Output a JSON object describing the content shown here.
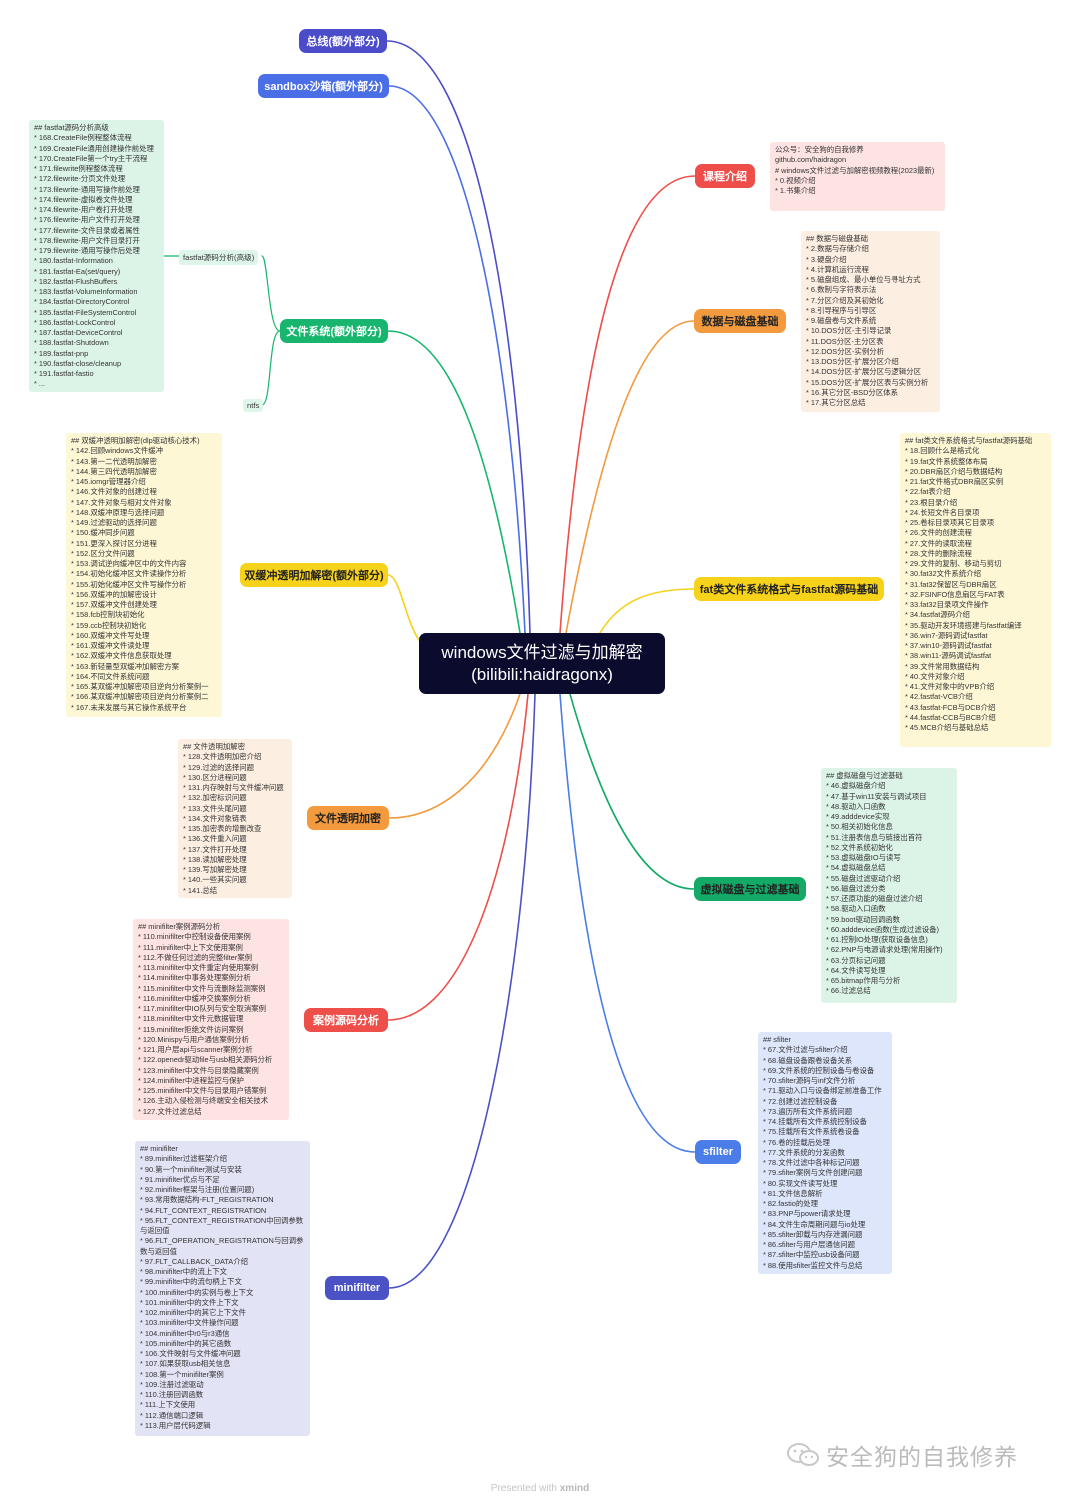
{
  "center": {
    "line1": "windows文件过滤与加解密",
    "line2": "(bilibili:haidragonx)"
  },
  "topics": {
    "bus": "总线(额外部分)",
    "sandbox": "sandbox沙箱(额外部分)",
    "filesystem": "文件系统(额外部分)",
    "double_buffer": "双缓冲透明加解密(额外部分)",
    "transparent": "文件透明加密",
    "cases": "案例源码分析",
    "minifilter": "minifilter",
    "course": "课程介绍",
    "disk": "数据与磁盘基础",
    "fat": "fat类文件系统格式与fastfat源码基础",
    "vdisk": "虚拟磁盘与过滤基础",
    "sfilter": "sfilter"
  },
  "subtopics": {
    "fastfat_adv": "fastfat源码分析(高级)",
    "ntfs": "ntfs"
  },
  "notes": {
    "fastfat_adv": [
      "## fastfat源码分析高级",
      "* 168.CreateFile例程整体流程",
      "* 169.CreateFile通用创建操作前处理",
      "* 170.CreateFile第一个try主干流程",
      "* 171.filewrite例程整体流程",
      "* 172.filewrite-分页文件处理",
      "* 173.filewrite-通用写操作前处理",
      "* 174.filewrite-虚拟卷文件处理",
      "* 174.filewrite-用户卷打开处理",
      "* 176.filewrite-用户文件打开处理",
      "* 177.filewrite-文件目录或者属性",
      "* 178.filewrite-用户文件目录打开",
      "* 179.filewrite-通用写操作后处理",
      "* 180.fastfat-Information",
      "* 181.fastfat-Ea(set/query)",
      "* 182.fastfat-FlushBuffers",
      "* 183.fastfat-VolumeInformation",
      "* 184.fastfat-DirectoryControl",
      "* 185.fastfat-FileSystemControl",
      "* 186.fastfat-LockControl",
      "* 187.fastfat-DeviceControl",
      "* 188.fastfat-Shutdown",
      "* 189.fastfat-pnp",
      "* 190.fastfat-close/cleanup",
      "* 191.fastfat-fastio",
      "* ..."
    ],
    "double_buffer": [
      "## 双缓冲透明加解密(dlp驱动核心技术)",
      "* 142.回顾windows文件缓冲",
      "* 143.第一二代透明加解密",
      "* 144.第三四代透明加解密",
      "* 145.iomgr管理器介绍",
      "* 146.文件对象的创建过程",
      "* 147.文件对象与相对文件对象",
      "* 148.双缓冲原理与选择问题",
      "* 149.过滤驱动的选择问题",
      "* 150.缓冲同步问题",
      "* 151.更深入探讨区分进程",
      "* 152.区分文件问题",
      "* 153.调试逆向缓冲区中的文件内容",
      "* 154.初始化缓冲区文件读操作分析",
      "* 155.初始化缓冲区文件写操作分析",
      "* 156.双缓冲的加解密设计",
      "* 157.双缓冲文件创建处理",
      "* 158.fcb控制块初始化",
      "* 159.ccb控制块初始化",
      "* 160.双缓冲文件写处理",
      "* 161.双缓冲文件读处理",
      "* 162.双缓冲文件信息获取处理",
      "* 163.新轻量型双缓冲加解密方案",
      "* 164.不同文件系统问题",
      "* 165.某双缓冲加解密项目逆向分析案例一",
      "* 166.某双缓冲加解密项目逆向分析案例二",
      "* 167.未来发展与其它操作系统平台"
    ],
    "transparent": [
      "## 文件透明加解密",
      "* 128.文件透明加密介绍",
      "* 129.过滤的选择问题",
      "* 130.区分进程问题",
      "* 131.内存映射与文件缓冲问题",
      "* 132.加密标识问题",
      "* 133.文件头尾问题",
      "* 134.文件对象链表",
      "* 135.加密表的增删改查",
      "* 136.文件重入问题",
      "* 137.文件打开处理",
      "* 138.读加解密处理",
      "* 139.写加解密处理",
      "* 140.一些其实问题",
      "* 141.总结"
    ],
    "cases": [
      "## minifilter案例源码分析",
      "* 110.minifilter中控制设备使用案例",
      "* 111.minifilter中上下文使用案例",
      "* 112.不做任何过滤的完整filter案例",
      "* 113.minifilter中文件重定向使用案例",
      "* 114.minifilter中事务处理案例分析",
      "* 115.minifilter中文件与流删除监测案例",
      "* 116.minifilter中缓冲交换案例分析",
      "* 117.minifilter中IO队列与安全取消案例",
      "* 118.minifilter中文件元数据管理",
      "* 119.minifilter拒绝文件访问案例",
      "* 120.Minispy与用户通信案例分析",
      "* 121.用户层api与scanner案例分析",
      "* 122.openedr驱动file与usb相关源码分析",
      "* 123.minifilter中文件与目录隐藏案例",
      "* 124.minifilter中进程监控与保护",
      "* 125.minifilter中文件与目录用户错案例",
      "* 126.主动入侵检测与终端安全相关技术",
      "* 127.文件过滤总结"
    ],
    "minifilter": [
      "## minifilter",
      "* 89.minifilter过滤框架介绍",
      "* 90.第一个minifilter测试与安装",
      "* 91.minifilter优点与不足",
      "* 92.minifilter框架与注册(位置问题)",
      "* 93.常用数据结构-FLT_REGISTRATION",
      "* 94.FLT_CONTEXT_REGISTRATION",
      "* 95.FLT_CONTEXT_REGISTRATION中回调参数与返回值",
      "* 96.FLT_OPERATION_REGISTRATION与回调参数与返回值",
      "* 97.FLT_CALLBACK_DATA介绍",
      "* 98.minifilter中的流上下文",
      "* 99.minifilter中的流句柄上下文",
      "* 100.minifilter中的实例与卷上下文",
      "* 101.minifilter中的文件上下文",
      "* 102.minifilter中的其它上下文件",
      "* 103.minifilter中文件操作问题",
      "* 104.minifilter中r0与r3通信",
      "* 105.minifilter中的其它函数",
      "* 106.文件映射与文件缓冲问题",
      "* 107.如果获取usb相关信息",
      "* 108.第一个minifilter案例",
      "* 109.注册过滤驱动",
      "* 110.注册回调函数",
      "* 111.上下文使用",
      "* 112.通信端口逻辑",
      "* 113.用户层代码逻辑"
    ],
    "course": [
      "公众号：安全狗的自我修养",
      "github.com/haidragon",
      "# windows文件过滤与加解密视频教程(2023最新)",
      "* 0.视频介绍",
      "* 1.书集介绍"
    ],
    "disk": [
      "## 数据与磁盘基础",
      "* 2.数据与存储介绍",
      "* 3.硬盘介绍",
      "* 4.计算机运行流程",
      "* 5.磁盘组成、最小单位与寻址方式",
      "* 6.数制与字符表示法",
      "* 7.分区介绍及其初始化",
      "* 8.引导程序与引导区",
      "* 9.磁盘卷与文件系统",
      "* 10.DOS分区-主引导记录",
      "* 11.DOS分区-主分区表",
      "* 12.DOS分区-实例分析",
      "* 13.DOS分区-扩展分区介绍",
      "* 14.DOS分区-扩展分区与逻辑分区",
      "* 15.DOS分区-扩展分区表与实例分析",
      "* 16.其它分区-BSD分区体系",
      "* 17.其它分区总结"
    ],
    "fat": [
      "## fat类文件系统格式与fastfat源码基础",
      "* 18.回顾什么是格式化",
      "* 19.fat文件系统整体布局",
      "* 20.DBR扇区介绍与数据结构",
      "* 21.fat文件格式DBR扇区实例",
      "* 22.fat表介绍",
      "* 23.根目录介绍",
      "* 24.长短文件名目录项",
      "* 25.卷标目录项其它目录项",
      "* 26.文件的创建流程",
      "* 27.文件的读取流程",
      "* 28.文件的删除流程",
      "* 29.文件的复制、移动与剪切",
      "* 30.fat32文件系统介绍",
      "* 31.fat32保留区与DBR扇区",
      "* 32.FSINFO信息扇区与FAT表",
      "* 33.fat32目录项文件操作",
      "* 34.fastfat源码介绍",
      "* 35.驱动开发环境搭建与fastfat编译",
      "* 36.win7-源码调试fastfat",
      "* 37.win10-源码调试fastfat",
      "* 38.win11-源码调试fastfat",
      "* 39.文件常用数据结构",
      "* 40.文件对象介绍",
      "* 41.文件对象中的VPB介绍",
      "* 42.fastfat-VCB介绍",
      "* 43.fastfat-FCB与DCB介绍",
      "* 44.fastfat-CCB与BCB介绍",
      "* 45.MCB介绍与基础总结"
    ],
    "vdisk": [
      "## 虚拟磁盘与过滤基础",
      "* 46.虚拟磁盘介绍",
      "* 47.基于win11安装与调试项目",
      "* 48.驱动入口函数",
      "* 49.adddevice实现",
      "* 50.相关初始化信息",
      "* 51.注册表信息与链接出首符",
      "* 52.文件系统初始化",
      "* 53.虚拟磁盘IO与读写",
      "* 54.虚拟磁盘总结",
      "* 55.磁盘过滤驱动介绍",
      "* 56.磁盘过滤分类",
      "* 57.还原功能的磁盘过滤介绍",
      "* 58.驱动入口函数",
      "* 59.boot驱动回调函数",
      "* 60.adddevice函数(生成过滤设备)",
      "* 61.控制IO处理(获取设备信息)",
      "* 62.PNP与电源请求处理(常用操作)",
      "* 63.分页标记问题",
      "* 64.文件读写处理",
      "* 65.bitmap作用与分析",
      "* 66.过滤总结"
    ],
    "sfilter": [
      "## sfilter",
      "* 67.文件过滤与sfilter介绍",
      "* 68.磁盘设备跟卷设备关系",
      "* 69.文件系统的控制设备与卷设备",
      "* 70.sfilter源码与inf文件分析",
      "* 71.驱动入口与设备绑定前准备工作",
      "* 72.创建过滤控制设备",
      "* 73.遍历所有文件系统问题",
      "* 74.挂载所有文件系统控制设备",
      "* 75.挂载所有文件系统卷设备",
      "* 76.卷的挂载后处理",
      "* 77.文件系统的分发函数",
      "* 78.文件过滤中各种标记问题",
      "* 79.sfilter案例与文件创建问题",
      "* 80.实现文件读写处理",
      "* 81.文件信息解析",
      "* 82.fastio的处理",
      "* 83.PNP与power请求处理",
      "* 84.文件生命周期问题与io处理",
      "* 85.sfilter卸载与内存泄漏问题",
      "* 86.sfilter与用户层通信问题",
      "* 87.sfilter中监控usb设备问题",
      "* 88.使用sfilter监控文件与总结"
    ]
  },
  "watermark": "安全狗的自我修养",
  "footer": {
    "prefix": "Presented with",
    "brand": "xmind"
  },
  "colors": {
    "bus": "#4b4cc9",
    "sandbox": "#4a6ee6",
    "filesystem": "#17b56e",
    "double_buffer": "#f7d21b",
    "transparent": "#f29a3d",
    "cases": "#ee4f4a",
    "minifilter": "#4b52c6",
    "course": "#ef4d4a",
    "disk": "#f29a3d",
    "fat": "#f7d21b",
    "vdisk": "#12aa66",
    "sfilter": "#4a7de8",
    "center": "#0b0b2e"
  }
}
